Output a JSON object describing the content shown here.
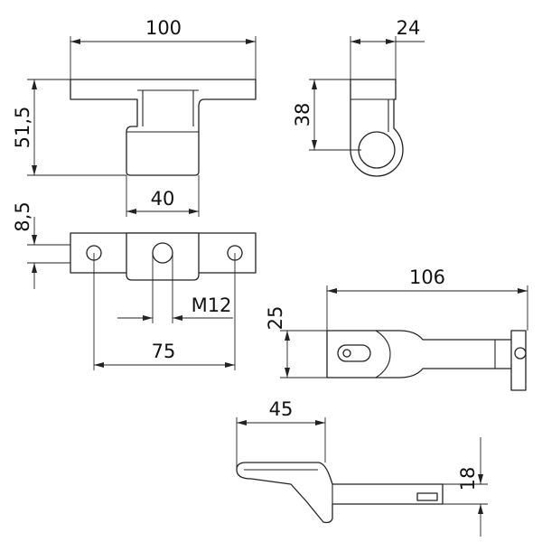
{
  "dimensions": {
    "top_width": "100",
    "side_width": "24",
    "top_height": "51,5",
    "side_height": "38",
    "stem_width": "40",
    "plate_thickness": "8,5",
    "thread": "M12",
    "hole_spacing": "75",
    "arm_length": "106",
    "arm_height": "25",
    "bottom_length": "45",
    "bottom_height": "18"
  },
  "colors": {
    "line": "#222222",
    "background": "#ffffff"
  }
}
